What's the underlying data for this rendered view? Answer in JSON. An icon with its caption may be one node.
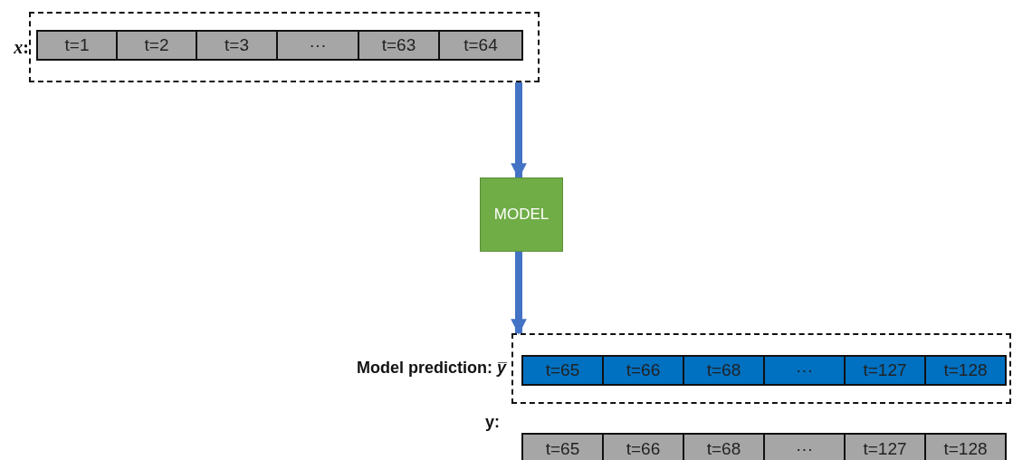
{
  "diagram": {
    "nodes": [
      {
        "text": [
          "*x*:"
        ]
      },
      {
        "text": [
          "t=1"
        ],
        "in": 0
      },
      {
        "text": [
          "t=2"
        ],
        "in": 0
      },
      {
        "text": [
          "t=3"
        ],
        "in": 0
      },
      {
        "text": [
          "···"
        ],
        "in": 0
      },
      {
        "text": [
          "t=63"
        ],
        "in": 0
      },
      {
        "text": [
          "t=64"
        ],
        "in": 0
      },
      {
        "text": [
          "MODEL"
        ]
      },
      {
        "text": [
          "Model prediction: *y̅*"
        ]
      },
      {
        "text": [
          "t=65"
        ],
        "in": 8
      },
      {
        "text": [
          "t=66"
        ],
        "in": 8
      },
      {
        "text": [
          "t=68"
        ],
        "in": 8
      },
      {
        "text": [
          "···"
        ],
        "in": 8
      },
      {
        "text": [
          "t=127"
        ],
        "in": 8
      },
      {
        "text": [
          "t=128"
        ],
        "in": 8
      },
      {
        "text": [
          "t=65"
        ]
      },
      {
        "text": [
          "t=66"
        ]
      },
      {
        "text": [
          "t=68"
        ]
      },
      {
        "text": [
          "···"
        ]
      },
      {
        "text": [
          "t=127"
        ]
      },
      {
        "text": [
          "t=128"
        ]
      }
    ],
    "edges": [
      {
        "from": 0,
        "to": 7,
        "arrow": "to"
      },
      {
        "from": 7,
        "to": 8,
        "arrow": "to"
      }
    ],
    "labels": [
      "y:"
    ]
  }
}
